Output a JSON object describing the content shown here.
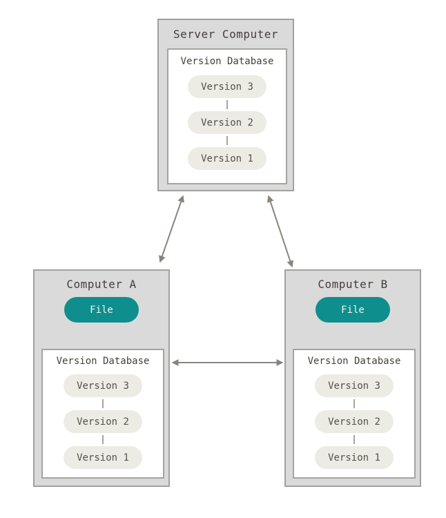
{
  "server": {
    "title": "Server Computer",
    "db": {
      "title": "Version Database",
      "versions": [
        "Version 3",
        "Version 2",
        "Version 1"
      ]
    }
  },
  "computer_a": {
    "title": "Computer A",
    "file_label": "File",
    "db": {
      "title": "Version Database",
      "versions": [
        "Version 3",
        "Version 2",
        "Version 1"
      ]
    }
  },
  "computer_b": {
    "title": "Computer B",
    "file_label": "File",
    "db": {
      "title": "Version Database",
      "versions": [
        "Version 3",
        "Version 2",
        "Version 1"
      ]
    }
  },
  "colors": {
    "machine_fill": "#dadada",
    "machine_border": "#a1a09d",
    "database_fill": "#ffffff",
    "database_border": "#a5a3a0",
    "version_pill_fill": "#ecebe4",
    "version_pill_text": "#56514a",
    "file_pill_fill": "#0f8e8e",
    "file_pill_text": "#f1f2ec",
    "arrow": "#8a847c",
    "title_text": "#44403a"
  }
}
